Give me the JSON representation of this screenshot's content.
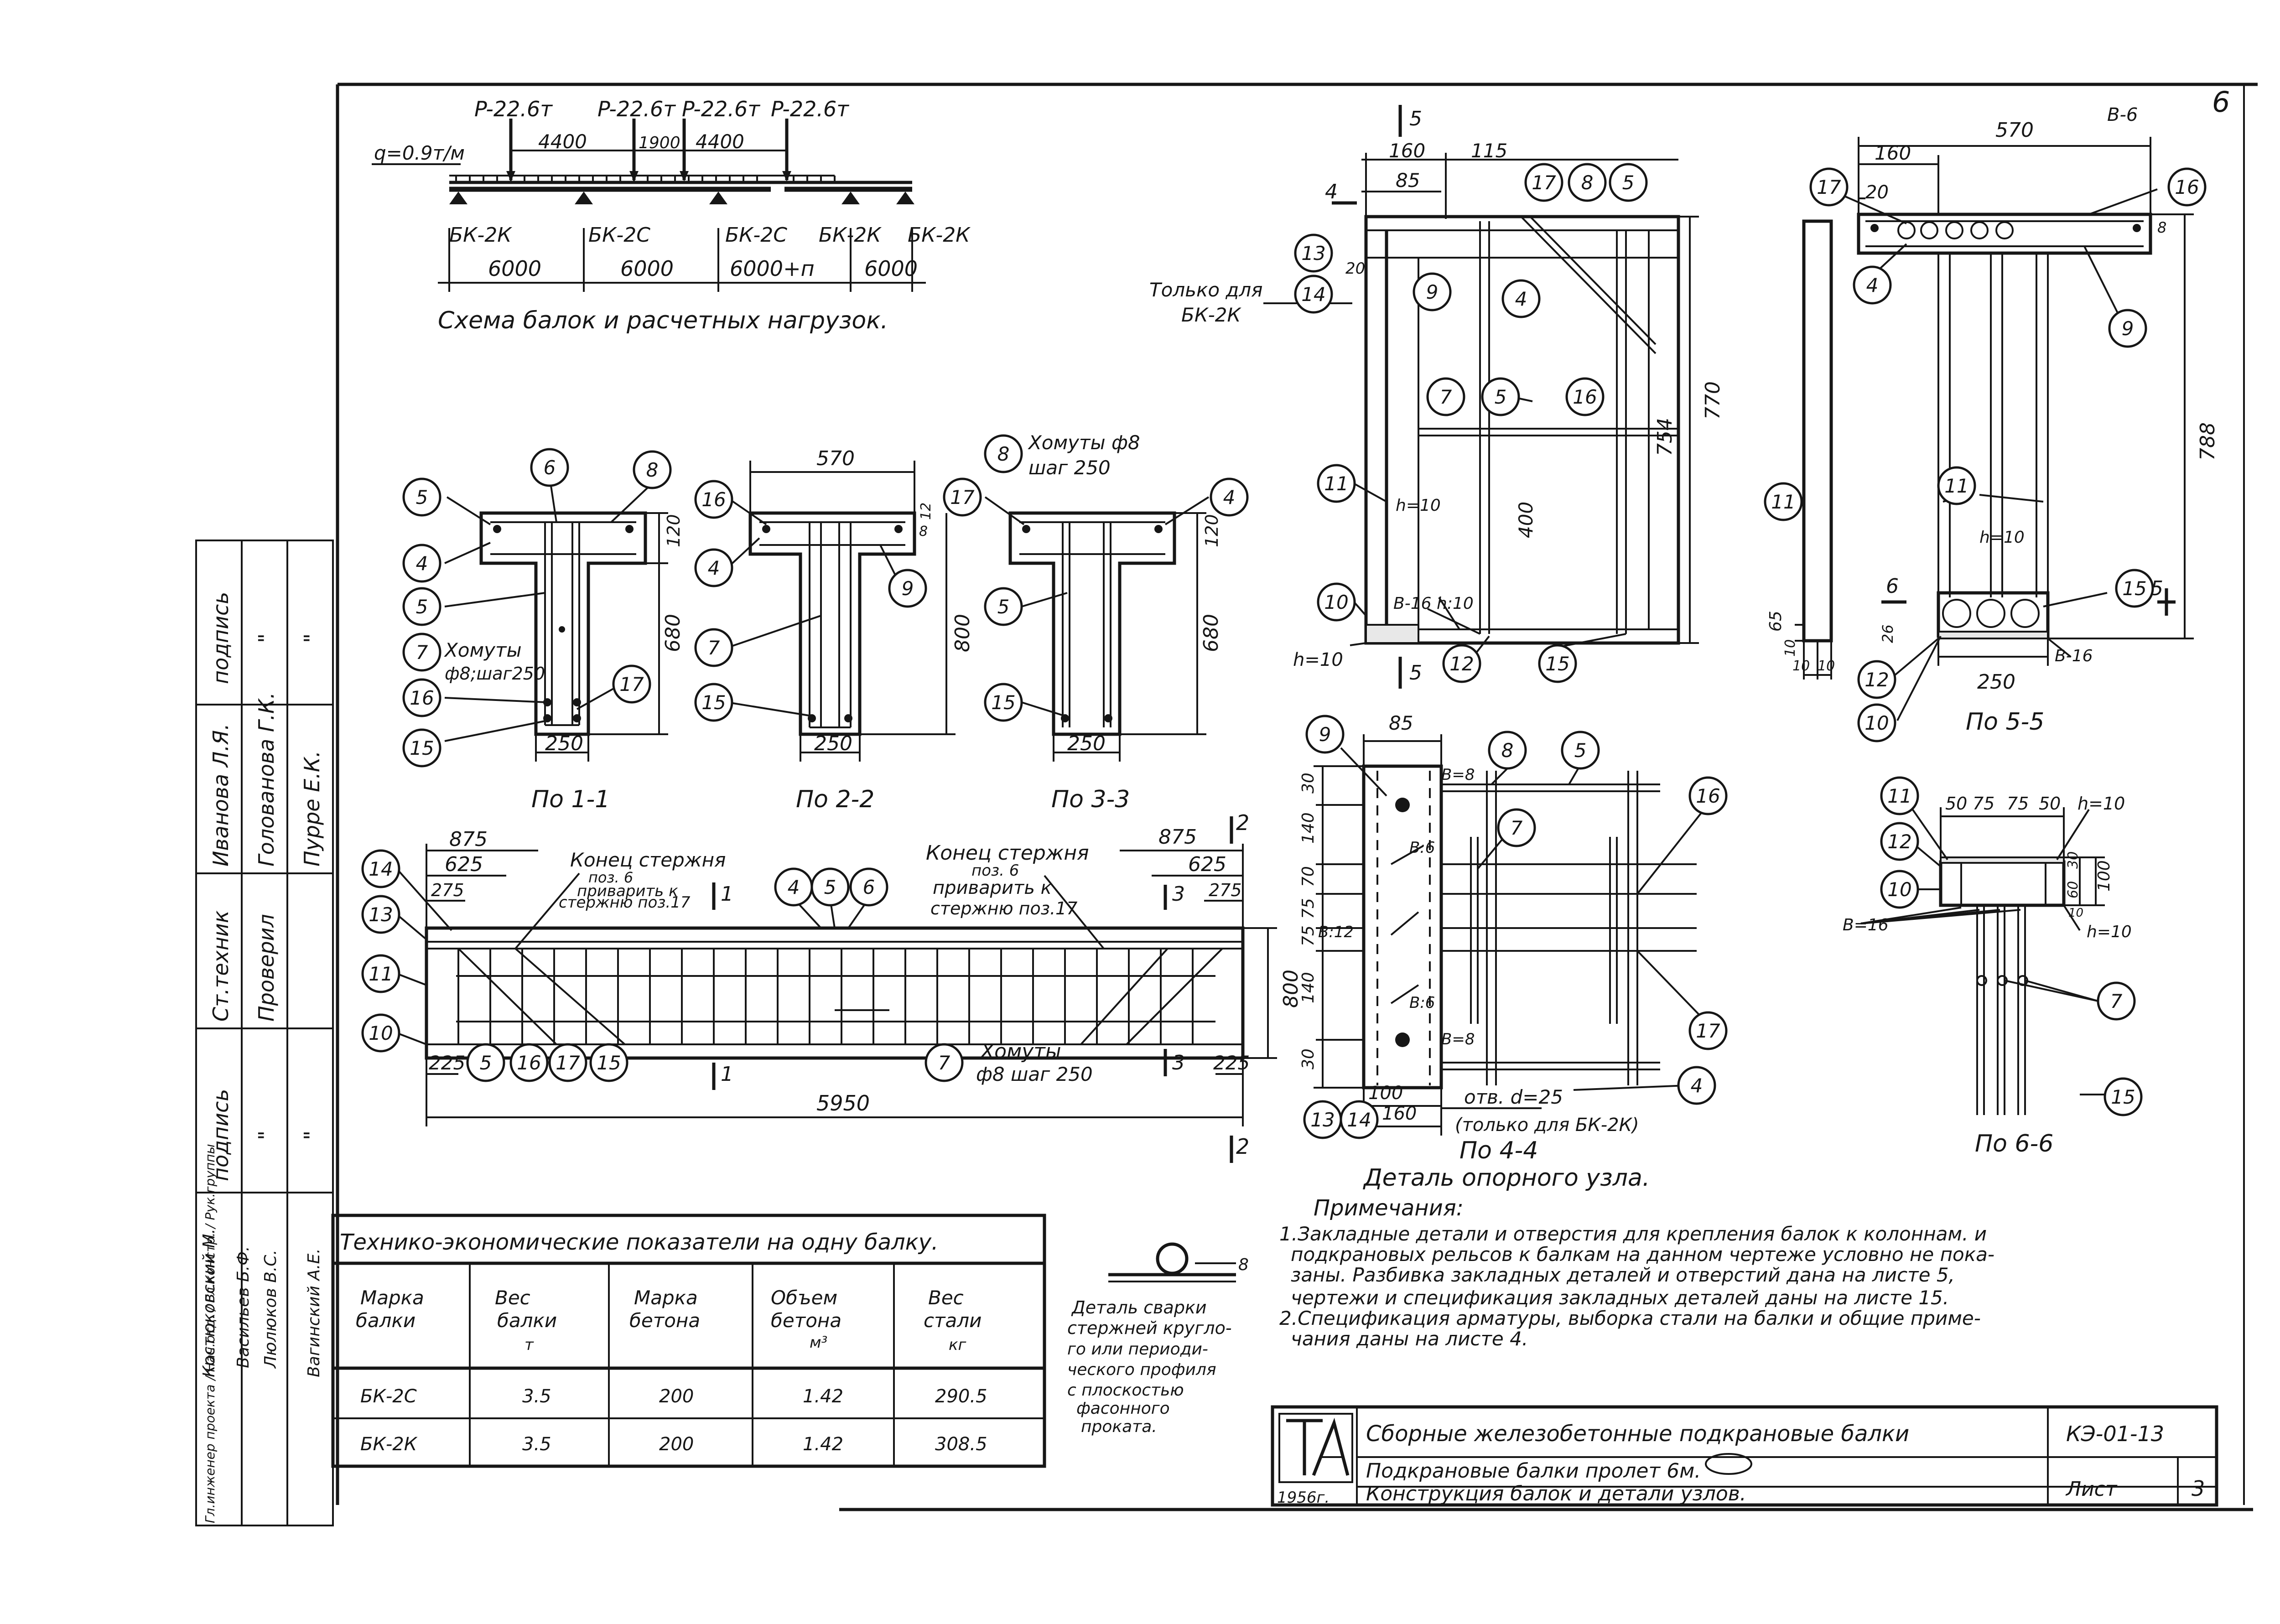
{
  "sheet_number": "6",
  "load_scheme": {
    "loads": [
      "P-22.6т",
      "P-22.6т",
      "P-22.6т",
      "P-22.6т"
    ],
    "q": "q=0.9т/м",
    "spacings": [
      "4400",
      "1900",
      "4400"
    ],
    "beams": [
      "БК-2К",
      "БК-2С",
      "БК-2С",
      "БК-2К",
      "БК-2К"
    ],
    "spans": [
      "6000",
      "6000",
      "6000+п",
      "6000"
    ],
    "caption": "Схема балок и расчетных нагрузок."
  },
  "sections": {
    "s11": {
      "caption": "По 1-1",
      "width": "250",
      "height": "680",
      "flange": "120",
      "clamp1": "Хомуты",
      "clamp2": "ф8;шаг250"
    },
    "s22": {
      "caption": "По 2-2",
      "width": "250",
      "height": "800",
      "flange_w": "570",
      "d1": "8",
      "d2": "12"
    },
    "s33": {
      "caption": "По 3-3",
      "width": "250",
      "height": "680",
      "flange": "120",
      "clamp1": "Хомуты ф8",
      "clamp2": "шаг 250"
    }
  },
  "elevation": {
    "total": "5950",
    "d875": "875",
    "d625": "625",
    "d275": "275",
    "d225": "225",
    "height": "800",
    "note_l1": "Конец стержня",
    "note_l2": "поз. 6",
    "note_l3": "приварить к",
    "note_l4": "стержню поз.17",
    "note_r1": "Конец стержня",
    "note_r2": "поз. 6",
    "note_r3": "приварить к",
    "note_r4": "стержню поз.17",
    "clamp1": "Хомуты",
    "clamp2": "ф8 шаг 250",
    "cut1": "1",
    "cut2": "2",
    "cut3": "3"
  },
  "node_detail": {
    "d160": "160",
    "d115": "115",
    "d85": "85",
    "d20": "20",
    "d770": "770",
    "d754": "754",
    "d400": "400",
    "h10": "h=10",
    "b16": "В-16",
    "h10b": "h:10",
    "only1": "Только для",
    "only2": "БК-2К",
    "cut4": "4",
    "cut5": "5"
  },
  "section44": {
    "caption": "По 4-4",
    "d85": "85",
    "d100": "100",
    "d160": "160",
    "hole": "отв. d=25",
    "only": "(только для БК-2К)",
    "v30a": "30",
    "v140a": "140",
    "v70": "70",
    "v75a": "75",
    "v75b": "75",
    "v140b": "140",
    "v30b": "30",
    "b8a": "В=8",
    "b8b": "В=8",
    "b6a": "В:6",
    "b12": "В:12",
    "b6b": "В:6"
  },
  "section55": {
    "caption": "По 5-5",
    "d570": "570",
    "d160": "160",
    "d20": "20",
    "d8": "8",
    "b6": "В-6",
    "d788": "788",
    "h10": "h=10",
    "d26": "26",
    "b16": "В-16",
    "d250": "250",
    "cut6": "6",
    "cut5": "5"
  },
  "side_view": {
    "d65": "65",
    "d10a": "10",
    "d10b": "10",
    "d10c": "10"
  },
  "section66": {
    "caption": "По 6-6",
    "d50a": "50",
    "d75a": "75",
    "d75b": "75",
    "d50b": "50",
    "h10a": "h=10",
    "h10b": "h=10",
    "b16": "В=16",
    "d30": "30",
    "d60": "60",
    "d100": "100",
    "d10": "10"
  },
  "node_caption": "Деталь опорного узла.",
  "welding_note": [
    "Деталь сварки",
    "стержней кругло-",
    "го или периоди-",
    "ческого профиля",
    "с плоскостью",
    "фасонного",
    "проката."
  ],
  "notes": {
    "title": "Примечания:",
    "lines": [
      "1.Закладные детали и отверстия для крепления балок к колоннам. и",
      "подкрановых рельсов к балкам на данном чертеже условно не пока-",
      "заны. Разбивка закладных деталей и отверстий дана на листе 5,",
      "чертежи и спецификация закладных деталей даны на листе 15.",
      "2.Спецификация арматуры, выборка стали на балки и общие приме-",
      "чания даны на листе 4."
    ]
  },
  "table": {
    "title": "Технико-экономические показатели на одну балку.",
    "headers": [
      [
        "Марка",
        "балки"
      ],
      [
        "Вес",
        "балки",
        "т"
      ],
      [
        "Марка",
        "бетона"
      ],
      [
        "Объем",
        "бетона",
        "м³"
      ],
      [
        "Вес",
        "стали",
        "кг"
      ]
    ],
    "rows": [
      [
        "БК-2С",
        "3.5",
        "200",
        "1.42",
        "290.5"
      ],
      [
        "БК-2К",
        "3.5",
        "200",
        "1.42",
        "308.5"
      ]
    ]
  },
  "stamp": {
    "title": "Сборные железобетонные подкрановые балки",
    "code": "КЭ-01-13",
    "line2": "Подкрановые балки пролет 6м.",
    "line3": "Конструкция балок и детали узлов.",
    "year": "1956г.",
    "sheet_label": "Лист",
    "sheet": "3"
  },
  "side_stamp": {
    "col_podpis": "подпись",
    "r_ivanova": "Иванова Л.Я.",
    "r_golovanova": "Голованова Г.К.",
    "r_purre": "Пурре Е.К.",
    "mark1": "\"",
    "mark2": "\"",
    "st_tekhnik": "Ст.техник",
    "proveril": "Проверил",
    "podpis2": "подпись",
    "m3": "\"",
    "m4": "\"",
    "kostyu": "Костюковский М.",
    "vasiliev": "Васильев Б.Ф.",
    "lyulyakov": "Люлюков В.С.",
    "vaginsky": "Вагинский А.Е.",
    "roles": "Гл.инженер проекта / Нач.отд. / Гл.констр. / Рук.группы"
  },
  "position_marks": [
    "1",
    "2",
    "3",
    "4",
    "5",
    "6",
    "7",
    "8",
    "9",
    "10",
    "11",
    "12",
    "13",
    "14",
    "15",
    "16",
    "17"
  ]
}
